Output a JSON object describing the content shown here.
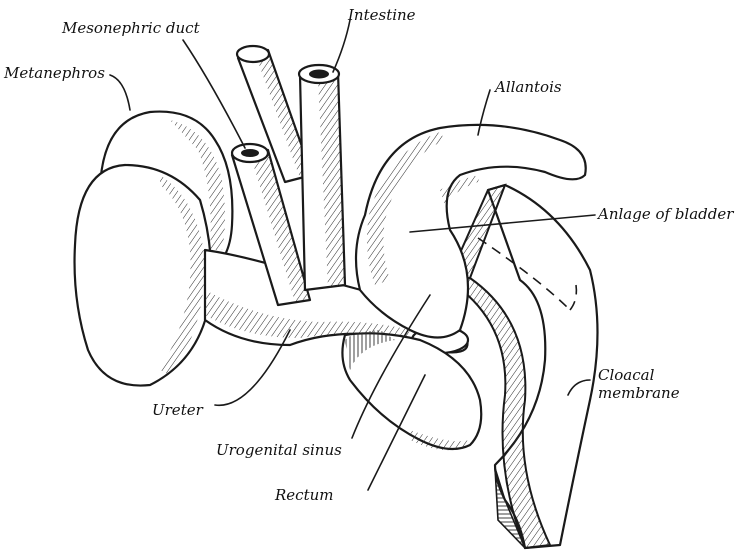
{
  "labels": {
    "intestine": "Intestine",
    "mesonephric_duct": "Mesonephric duct",
    "metanephros": "Metanephros",
    "allantois": "Allantois",
    "anlage_of_bladder": "Anlage of bladder",
    "cloacal_membrane_line1": "Cloacal",
    "cloacal_membrane_line2": "membrane",
    "ureter": "Ureter",
    "urogenital_sinus": "Urogenital sinus",
    "rectum": "Rectum"
  },
  "colors": {
    "ink": "#1a1a1a",
    "paper": "#ffffff"
  }
}
